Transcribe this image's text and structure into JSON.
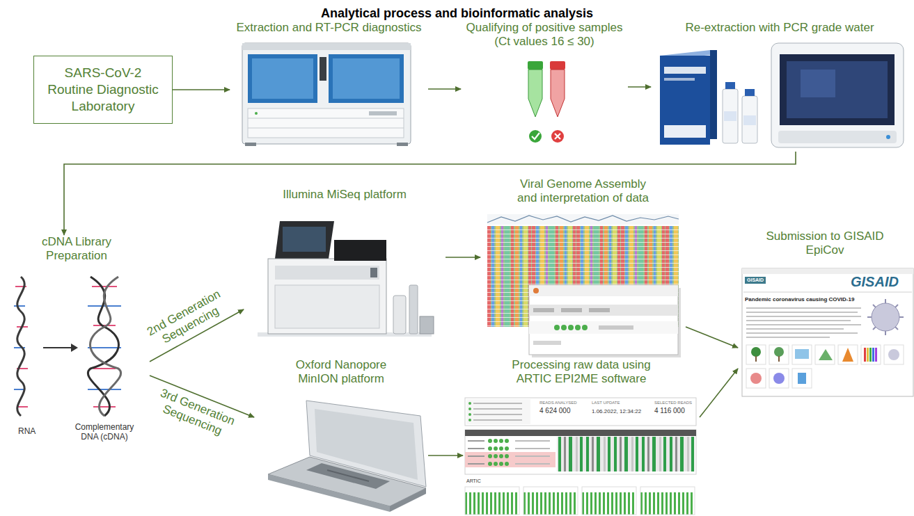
{
  "diagram": {
    "title": "Analytical process and bioinformatic analysis",
    "nodes": [
      {
        "text": [
          "SARS-CoV-2 Routine Diagnostic Laboratory"
        ]
      },
      {
        "text": [
          "Extraction and RT-PCR diagnostics"
        ]
      },
      {
        "text": [
          "Qualifying of positive samples (Ct values 16 ≤ 30)"
        ]
      },
      {
        "text": [
          "Re-extraction with PCR grade water"
        ]
      },
      {
        "text": [
          "cDNA Library Preparation"
        ]
      },
      {
        "text": [
          "Illumina MiSeq platform"
        ]
      },
      {
        "text": [
          "Viral Genome Assembly and interpretation of data"
        ]
      },
      {
        "text": [
          "Oxford Nanopore MinION platform"
        ]
      },
      {
        "text": [
          "Processing raw data using ARTIC EPI2ME software"
        ]
      },
      {
        "text": [
          "Submission to GISAID EpiCov"
        ]
      }
    ],
    "edges": [
      {
        "from": 0,
        "to": 1,
        "arrow": "to"
      },
      {
        "from": 1,
        "to": 2,
        "arrow": "to"
      },
      {
        "from": 2,
        "to": 3,
        "arrow": "to"
      },
      {
        "from": 3,
        "to": 4,
        "arrow": "to"
      },
      {
        "from": 4,
        "to": 5,
        "label": "2nd Generation Sequencing",
        "arrow": "to"
      },
      {
        "from": 4,
        "to": 7,
        "label": "3rd Generation Sequencing",
        "arrow": "to"
      },
      {
        "from": 5,
        "to": 6,
        "arrow": "to"
      },
      {
        "from": 7,
        "to": 8,
        "arrow": "to"
      },
      {
        "from": 6,
        "to": 9,
        "arrow": "to"
      },
      {
        "from": 8,
        "to": 9,
        "arrow": "to"
      }
    ],
    "labels": [
      "RNA",
      "Complementary DNA (cDNA)",
      "READS ANALYSED",
      "4 624 000",
      "LAST UPDATE",
      "1.06.2022, 12:34:22",
      "SELECTED READS",
      "4 116 000",
      "ARTIC",
      "GISAID",
      "GISAID",
      "Pandemic coronavirus causing COVID-19"
    ]
  }
}
